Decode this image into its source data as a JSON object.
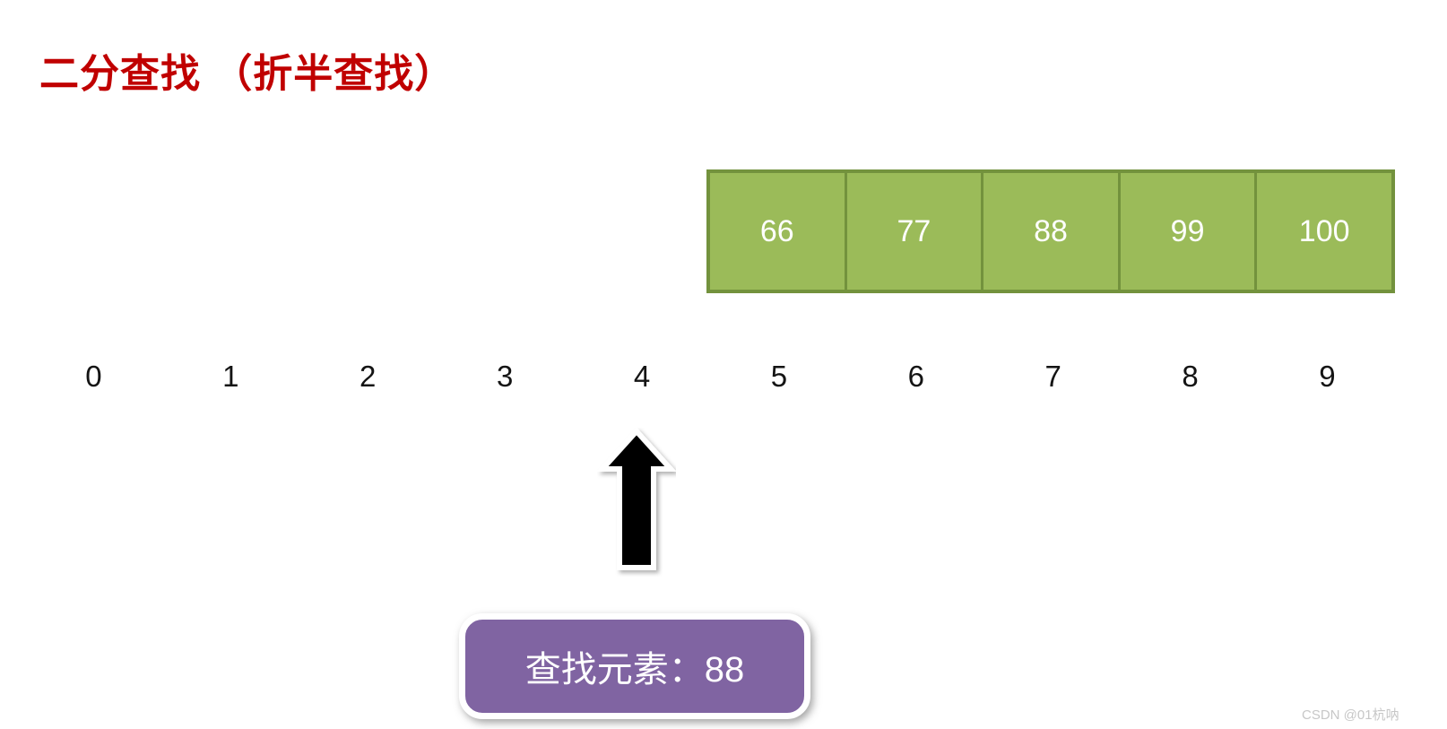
{
  "title": "二分查找 （折半查找）",
  "array": {
    "description": "remaining search range of sorted array shown above indexes 5-9",
    "values": [
      "66",
      "77",
      "88",
      "99",
      "100"
    ],
    "start_index": 5
  },
  "indexes": [
    "0",
    "1",
    "2",
    "3",
    "4",
    "5",
    "6",
    "7",
    "8",
    "9"
  ],
  "pointer": {
    "shape": "up-arrow",
    "points_at_index": "4"
  },
  "search": {
    "label": "查找元素：88"
  },
  "watermark": "CSDN @01杭呐",
  "colors": {
    "title_red": "#C00000",
    "cell_green_fill": "#9BBB59",
    "cell_green_border": "#73923D",
    "search_purple": "#8064A2",
    "arrow_black": "#000000",
    "index_text": "#141414",
    "watermark_gray": "#C7C7C7",
    "background": "#FFFFFF"
  }
}
